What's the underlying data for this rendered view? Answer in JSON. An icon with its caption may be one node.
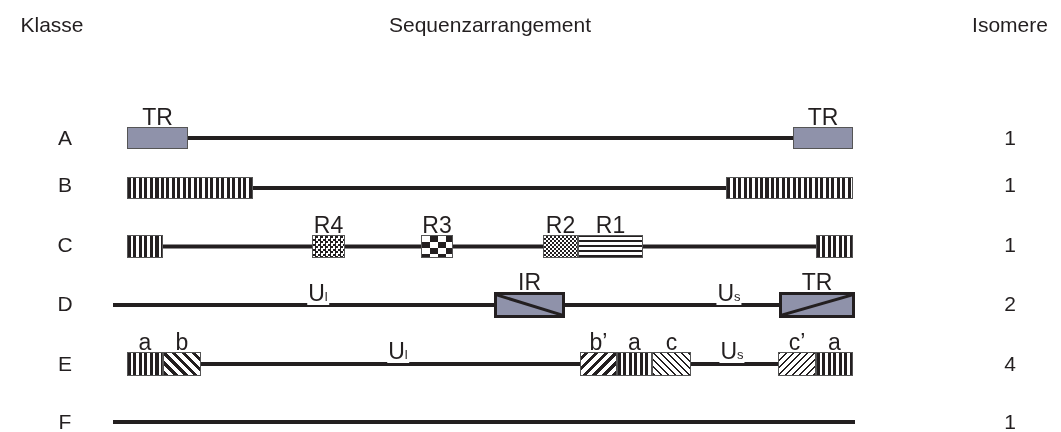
{
  "diagram": {
    "nodes": [
      {
        "text": [
          "TR"
        ]
      },
      {
        "text": [
          "TR"
        ]
      },
      {
        "text": [],
        "shape": "bar"
      },
      {
        "text": [],
        "shape": "bar"
      },
      {
        "text": [],
        "shape": "bar"
      },
      {
        "text": [
          "R4"
        ]
      },
      {
        "text": [
          "R3"
        ]
      },
      {
        "text": [
          "R2"
        ]
      },
      {
        "text": [
          "R1"
        ]
      },
      {
        "text": [],
        "shape": "bar"
      },
      {
        "text": [
          "IR"
        ]
      },
      {
        "text": [
          "TR"
        ]
      },
      {
        "text": [
          "a"
        ]
      },
      {
        "text": [
          "b"
        ]
      },
      {
        "text": [
          "b’"
        ]
      },
      {
        "text": [
          "a"
        ]
      },
      {
        "text": [
          "c"
        ]
      },
      {
        "text": [
          "c’"
        ]
      },
      {
        "text": [
          "a"
        ]
      }
    ],
    "edges": [
      {
        "from": 0,
        "to": 1,
        "arrow": "none"
      },
      {
        "from": 2,
        "to": 3,
        "arrow": "none"
      },
      {
        "from": 4,
        "to": 5,
        "arrow": "none"
      },
      {
        "from": 5,
        "to": 6,
        "arrow": "none"
      },
      {
        "from": 6,
        "to": 7,
        "arrow": "none"
      },
      {
        "from": 8,
        "to": 9,
        "arrow": "none"
      },
      {
        "from": null,
        "to": 10,
        "arrow": "none",
        "label": "U$_{l}$"
      },
      {
        "from": 10,
        "to": 11,
        "arrow": "none",
        "label": "U$_{s}$"
      },
      {
        "from": 13,
        "to": 14,
        "arrow": "none",
        "label": "U$_{l}$"
      },
      {
        "from": 16,
        "to": 17,
        "arrow": "none",
        "label": "U$_{s}$"
      }
    ],
    "labels": [
      "Klasse",
      "Sequenzarrangement",
      "Isomere",
      "A",
      "1",
      "B",
      "1",
      "C",
      "1",
      "D",
      "2",
      "E",
      "4",
      "F",
      "1"
    ]
  }
}
